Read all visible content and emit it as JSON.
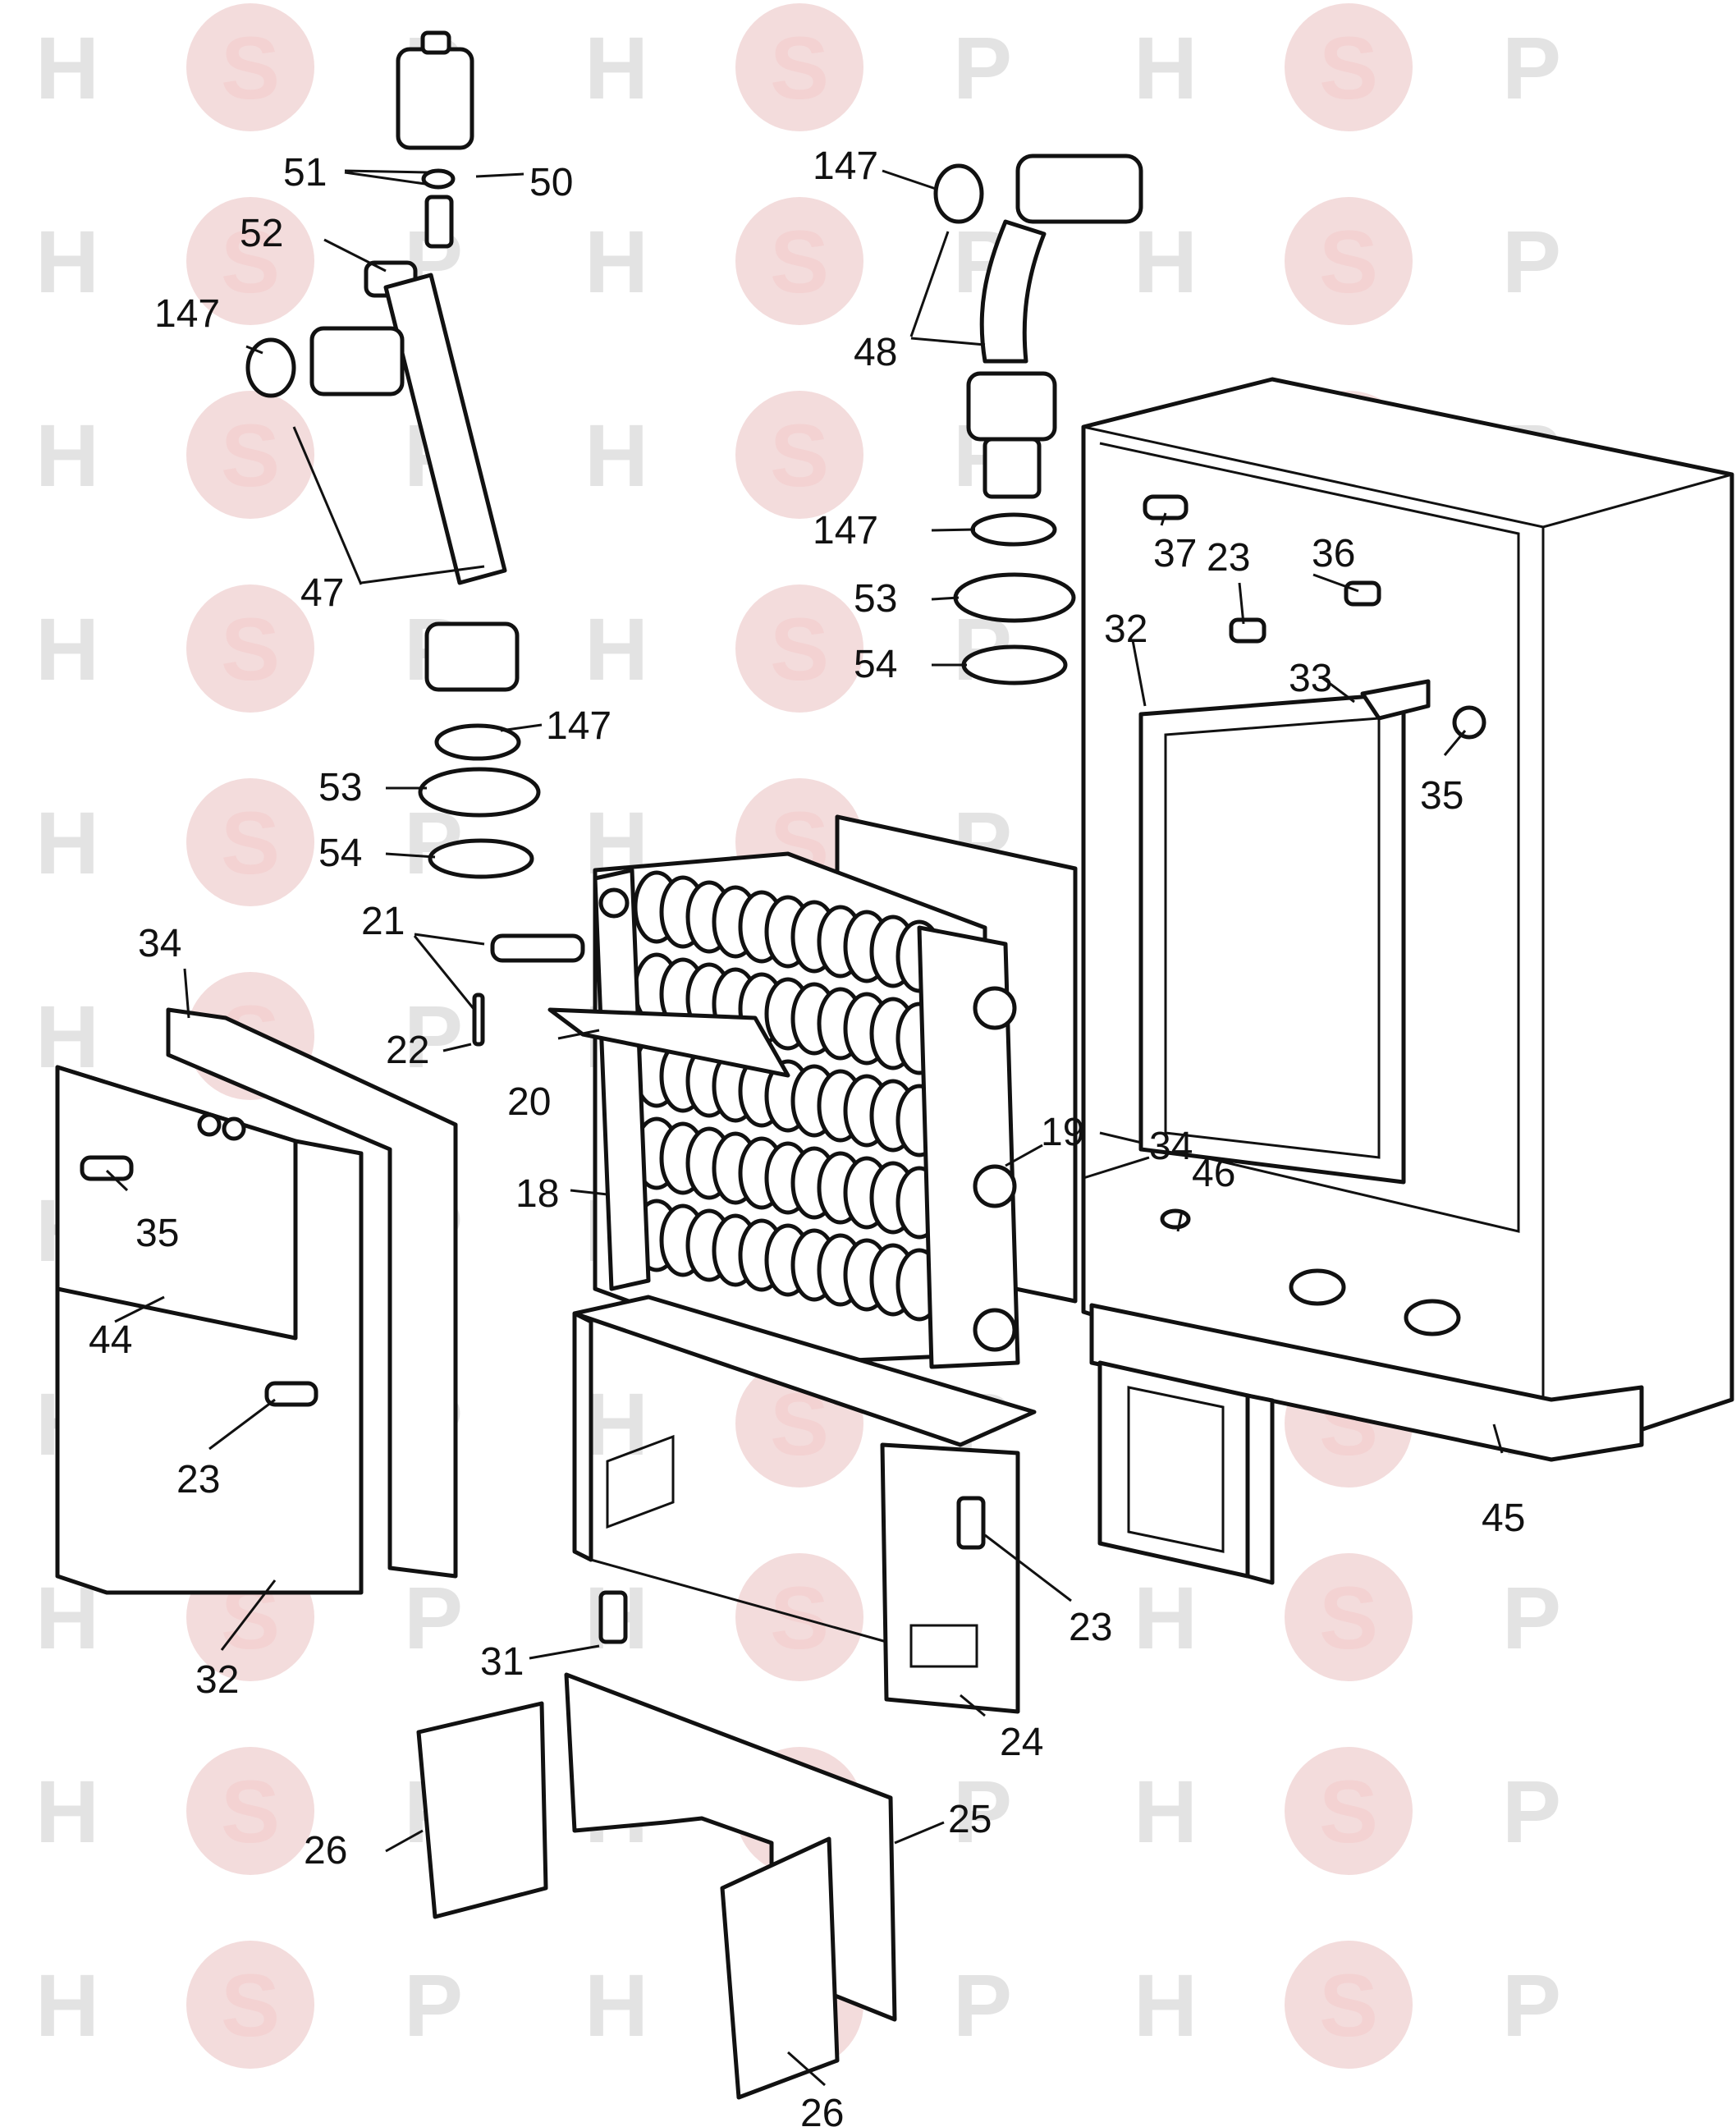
{
  "watermark": {
    "letters": [
      "H",
      "S",
      "P"
    ],
    "colors": {
      "H": "#e3e3e3",
      "S": "#f3d2d2",
      "P": "#e3e3e3"
    },
    "circle_color": "#f3dcdc"
  },
  "callouts": [
    "51",
    "50",
    "52",
    "147",
    "47",
    "147",
    "53",
    "54",
    "21",
    "22",
    "147",
    "48",
    "147",
    "53",
    "54",
    "37",
    "23",
    "36",
    "32",
    "33",
    "35",
    "34",
    "35",
    "44",
    "23",
    "32",
    "20",
    "19",
    "18",
    "34",
    "46",
    "45",
    "23",
    "31",
    "24",
    "25",
    "26",
    "26"
  ]
}
